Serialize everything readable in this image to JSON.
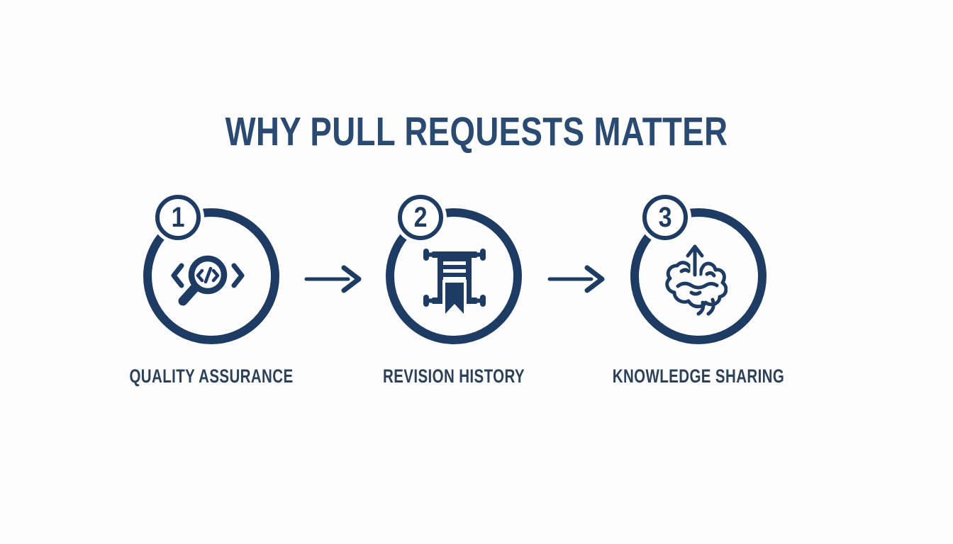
{
  "title": "WHY PULL REQUESTS MATTER",
  "colors": {
    "background": "#fdfdfe",
    "navy": "#1e3c63",
    "title_text": "#2b4a72",
    "label_text": "#2c4158"
  },
  "steps": [
    {
      "number": "1",
      "label": "QUALITY ASSURANCE",
      "icon": "code-review-magnifier-icon"
    },
    {
      "number": "2",
      "label": "REVISION HISTORY",
      "icon": "scroll-document-icon"
    },
    {
      "number": "3",
      "label": "KNOWLEDGE SHARING",
      "icon": "brain-arrow-icon"
    }
  ],
  "connectors": [
    {
      "icon": "arrow-right-icon"
    },
    {
      "icon": "arrow-right-icon"
    }
  ]
}
